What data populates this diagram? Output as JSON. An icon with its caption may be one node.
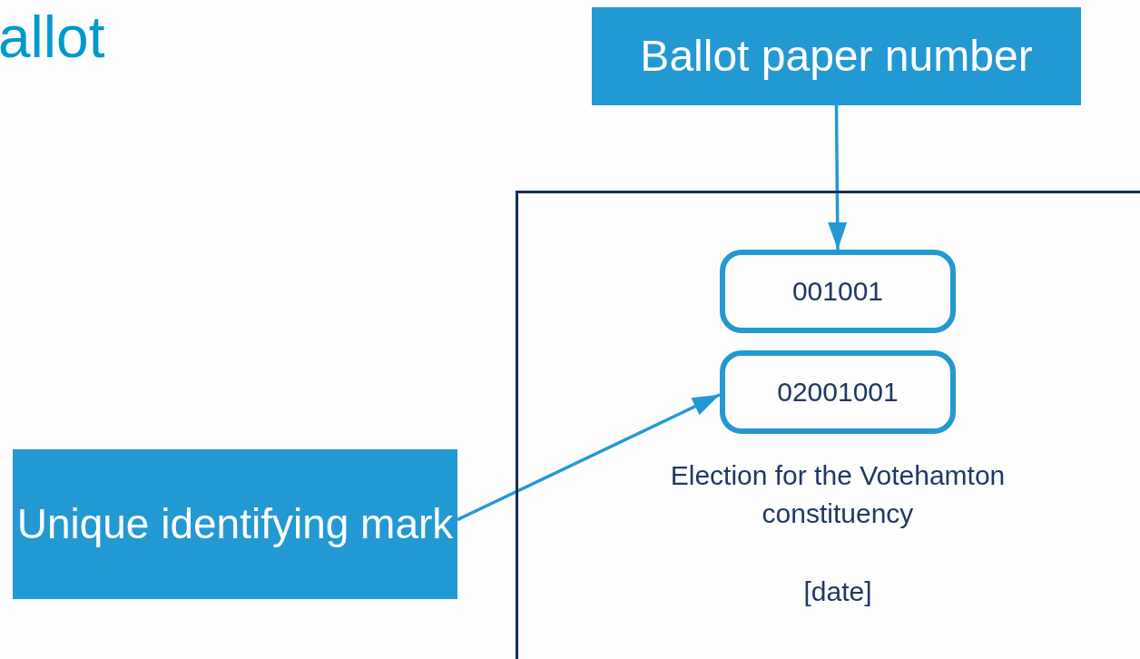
{
  "diagram": {
    "title": "allot",
    "nodes": [
      {
        "text": [
          "Ballot paper number"
        ]
      },
      {
        "text": [
          "Election for the Votehamton constituency",
          "[date]"
        ]
      },
      {
        "text": [
          "001001"
        ],
        "in": 1
      },
      {
        "text": [
          "02001001"
        ],
        "in": 1
      },
      {
        "text": [
          "Unique identifying mark"
        ]
      }
    ],
    "edges": [
      {
        "from": 0,
        "to": 2,
        "arrow": "to"
      },
      {
        "from": 4,
        "to": 3,
        "arrow": "to"
      }
    ]
  }
}
